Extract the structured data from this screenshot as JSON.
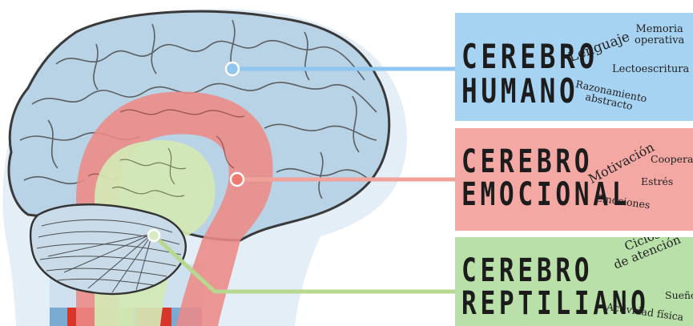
{
  "panels": [
    {
      "id": "humano",
      "title_line1": "CEREBRO",
      "title_line2": "HUMANO",
      "color": "#a7d3f3",
      "keywords": [
        "Lenguaje",
        "Memoria operativa",
        "Lectoescritura",
        "Razonamiento abstracto"
      ]
    },
    {
      "id": "emocional",
      "title_line1": "CEREBRO",
      "title_line2": "EMOCIONAL",
      "color": "#f3a8a4",
      "keywords": [
        "Motivación",
        "Cooperación",
        "Estrés",
        "Emociones"
      ]
    },
    {
      "id": "reptiliano",
      "title_line1": "CEREBRO",
      "title_line2": "REPTILIANO",
      "color": "#b9e0a9",
      "keywords": [
        "Ciclos de atención",
        "Sueño",
        "Actividad física"
      ]
    }
  ],
  "kw_split": {
    "memoria_1": "Memoria",
    "memoria_2": "operativa",
    "razon_1": "Razonamiento",
    "razon_2": "abstracto",
    "ciclos_1": "Ciclos",
    "ciclos_2": "de atención"
  },
  "colors": {
    "outer_brain": "#b8d3e6",
    "outer_brain_line": "#3a3a3a",
    "emotional_band": "#ec8a86",
    "reptilian_core": "#d4e8b4",
    "connector_blue": "#8fc6ef",
    "connector_red": "#f0a29b",
    "connector_green": "#b7d88f"
  }
}
